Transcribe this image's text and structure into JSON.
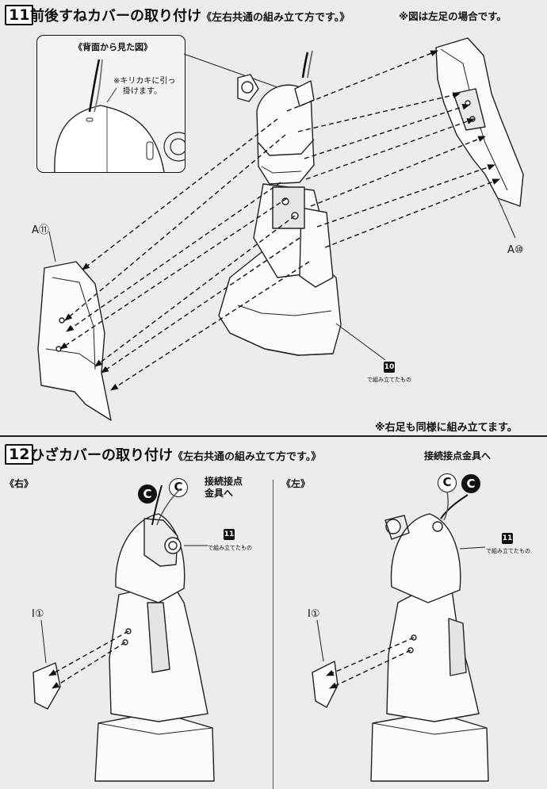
{
  "step11": {
    "number": "11",
    "title": "前後すねカバーの取り付け",
    "subtitle": "《左右共通の組み立て方です。》",
    "note": "※図は左足の場合です。",
    "callout_title": "《背面から見た図》",
    "callout_note_1": "※キリカキに引っ",
    "callout_note_2": "掛けます。",
    "part_a11": "A⑪",
    "part_a10": "A⑩",
    "assembly_ref": "10",
    "assembly_text": "で組み立てたもの",
    "footer_note": "※右足も同様に組み立てます。"
  },
  "step12": {
    "number": "12",
    "title": "ひざカバーの取り付け",
    "subtitle": "《左右共通の組み立て方です。》",
    "right_label": "《右》",
    "left_label": "《左》",
    "connector_left_1": "接続接点",
    "connector_left_2": "金具へ",
    "connector_right": "接続接点金具へ",
    "c_label": "C",
    "part_i1_right": "I①",
    "part_i1_left": "I①",
    "assembly_ref_right": "11",
    "assembly_text_right": "で組み立てたもの",
    "assembly_ref_left": "11",
    "assembly_text_left": "で組み立てたもの"
  },
  "colors": {
    "ink": "#111111",
    "paper": "#ececec",
    "line_art": "#222222"
  }
}
